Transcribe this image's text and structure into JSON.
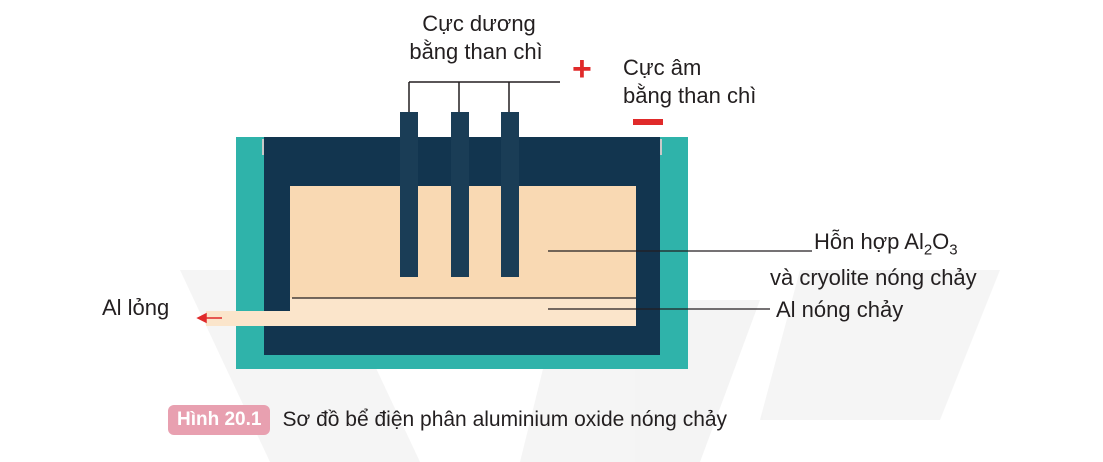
{
  "labels": {
    "anode": [
      "Cực dương",
      "bằng than chì"
    ],
    "anode_sign": "+",
    "cathode": [
      "Cực âm",
      "bằng than chì"
    ],
    "cathode_sign": "−",
    "electrolyte": {
      "line1_prefix": "Hỗn hợp Al",
      "sub1": "2",
      "mid": "O",
      "sub2": "3",
      "line2": "và cryolite nóng chảy"
    },
    "molten_al": "Al nóng chảy",
    "liquid_al": "Al lỏng"
  },
  "caption": {
    "badge": "Hình 20.1",
    "text": "Sơ đồ bể điện phân aluminium oxide nóng chảy"
  },
  "colors": {
    "shell": "#2fb3aa",
    "lining": "#12354f",
    "electrode": "#1a3d56",
    "electrolyte": "#f9d9b3",
    "aluminium": "#fbe5cb",
    "lid": "#c8c8c8",
    "plus": "#e02a2a",
    "minus": "#e02a2a",
    "badge": "#e8a0b0"
  }
}
